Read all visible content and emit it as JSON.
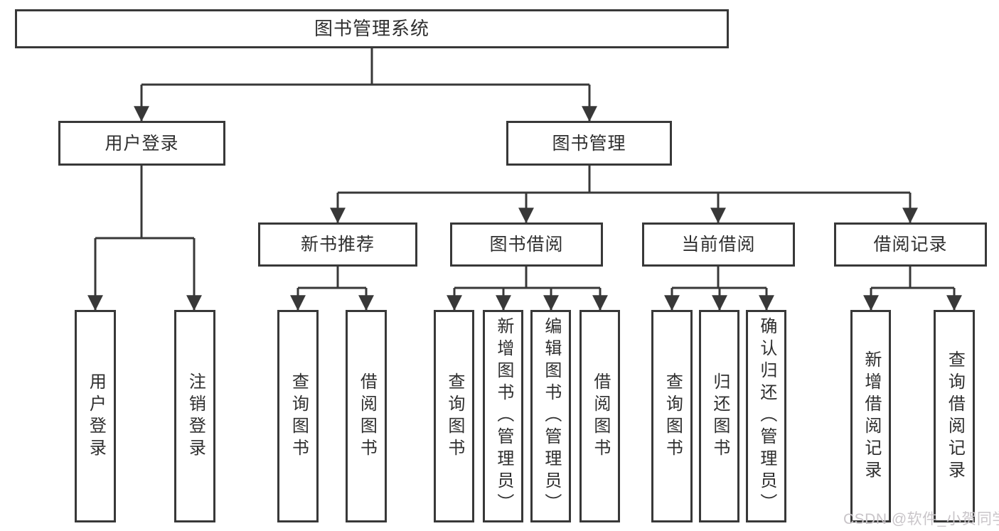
{
  "diagram": {
    "root": {
      "label": "图书管理系统"
    },
    "branches": [
      {
        "label": "用户登录",
        "children": [
          {
            "label": "用户登录"
          },
          {
            "label": "注销登录"
          }
        ]
      },
      {
        "label": "图书管理",
        "children": [
          {
            "label": "新书推荐",
            "children": [
              {
                "label": "查询图书"
              },
              {
                "label": "借阅图书"
              }
            ]
          },
          {
            "label": "图书借阅",
            "children": [
              {
                "label": "查询图书"
              },
              {
                "label": "新增图书（管理员）"
              },
              {
                "label": "编辑图书（管理员）"
              },
              {
                "label": "借阅图书"
              }
            ]
          },
          {
            "label": "当前借阅",
            "children": [
              {
                "label": "查询图书"
              },
              {
                "label": "归还图书"
              },
              {
                "label": "确认归还（管理员）"
              }
            ]
          },
          {
            "label": "借阅记录",
            "children": [
              {
                "label": "新增借阅记录"
              },
              {
                "label": "查询借阅记录"
              }
            ]
          }
        ]
      }
    ]
  },
  "watermark": {
    "text": "CSDN @软件_小贺同学"
  },
  "colors": {
    "line": "#383838",
    "box_border": "#383838",
    "text": "#2f2f2f",
    "watermark": "#c9c5c9",
    "background": "#ffffff"
  }
}
